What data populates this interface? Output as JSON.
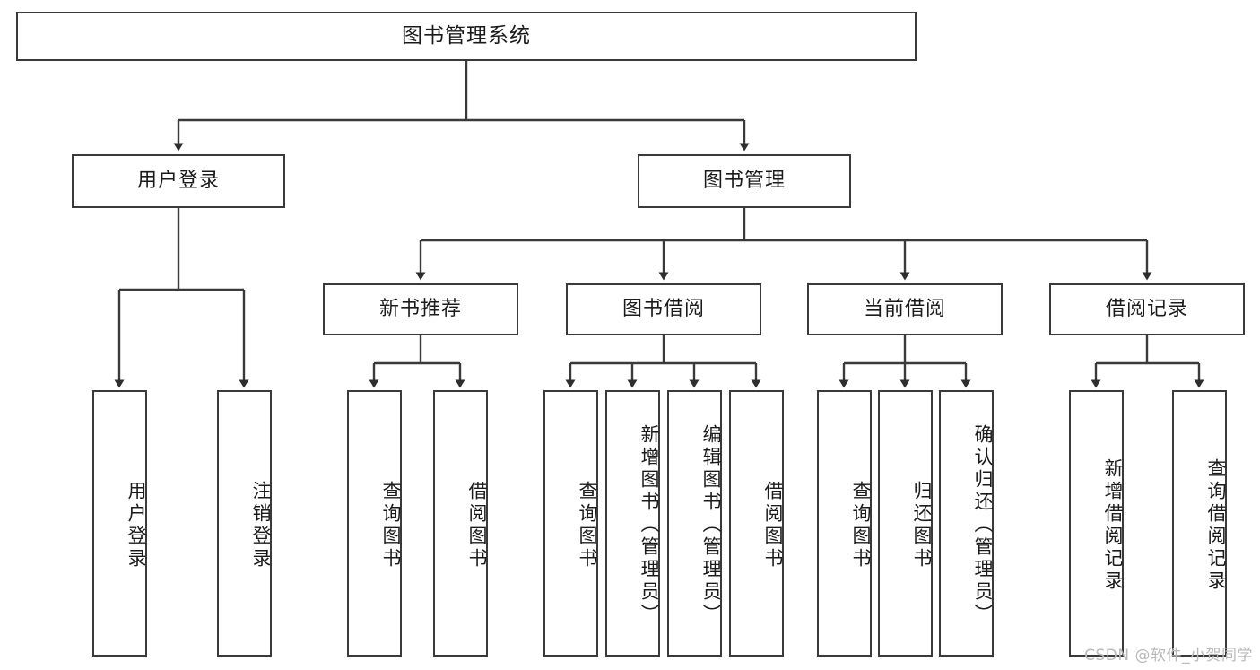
{
  "diagram": {
    "type": "tree",
    "title": "图书管理系统",
    "orientation": "top-down",
    "root": {
      "label": "图书管理系统"
    },
    "level2": [
      {
        "label": "用户登录"
      },
      {
        "label": "图书管理"
      }
    ],
    "level3": [
      {
        "label": "新书推荐"
      },
      {
        "label": "图书借阅"
      },
      {
        "label": "当前借阅"
      },
      {
        "label": "借阅记录"
      }
    ],
    "leaves": {
      "user_login": [
        {
          "label": "用户登录"
        },
        {
          "label": "注销登录"
        }
      ],
      "new_book_recommend": [
        {
          "label": "查询图书"
        },
        {
          "label": "借阅图书"
        }
      ],
      "book_borrow": [
        {
          "label": "查询图书"
        },
        {
          "label": "新增图书（管理员）"
        },
        {
          "label": "编辑图书（管理员）"
        },
        {
          "label": "借阅图书"
        }
      ],
      "current_borrow": [
        {
          "label": "查询图书"
        },
        {
          "label": "归还图书"
        },
        {
          "label": "确认归还（管理员）"
        }
      ],
      "borrow_record": [
        {
          "label": "新增借阅记录"
        },
        {
          "label": "查询借阅记录"
        }
      ]
    }
  },
  "watermark": {
    "text": "CSDN @软件_小贺同学"
  },
  "colors": {
    "stroke": "#3a3a3a",
    "text": "#1b1b1b",
    "background": "#ffffff",
    "watermark": "#b9b9b9"
  }
}
